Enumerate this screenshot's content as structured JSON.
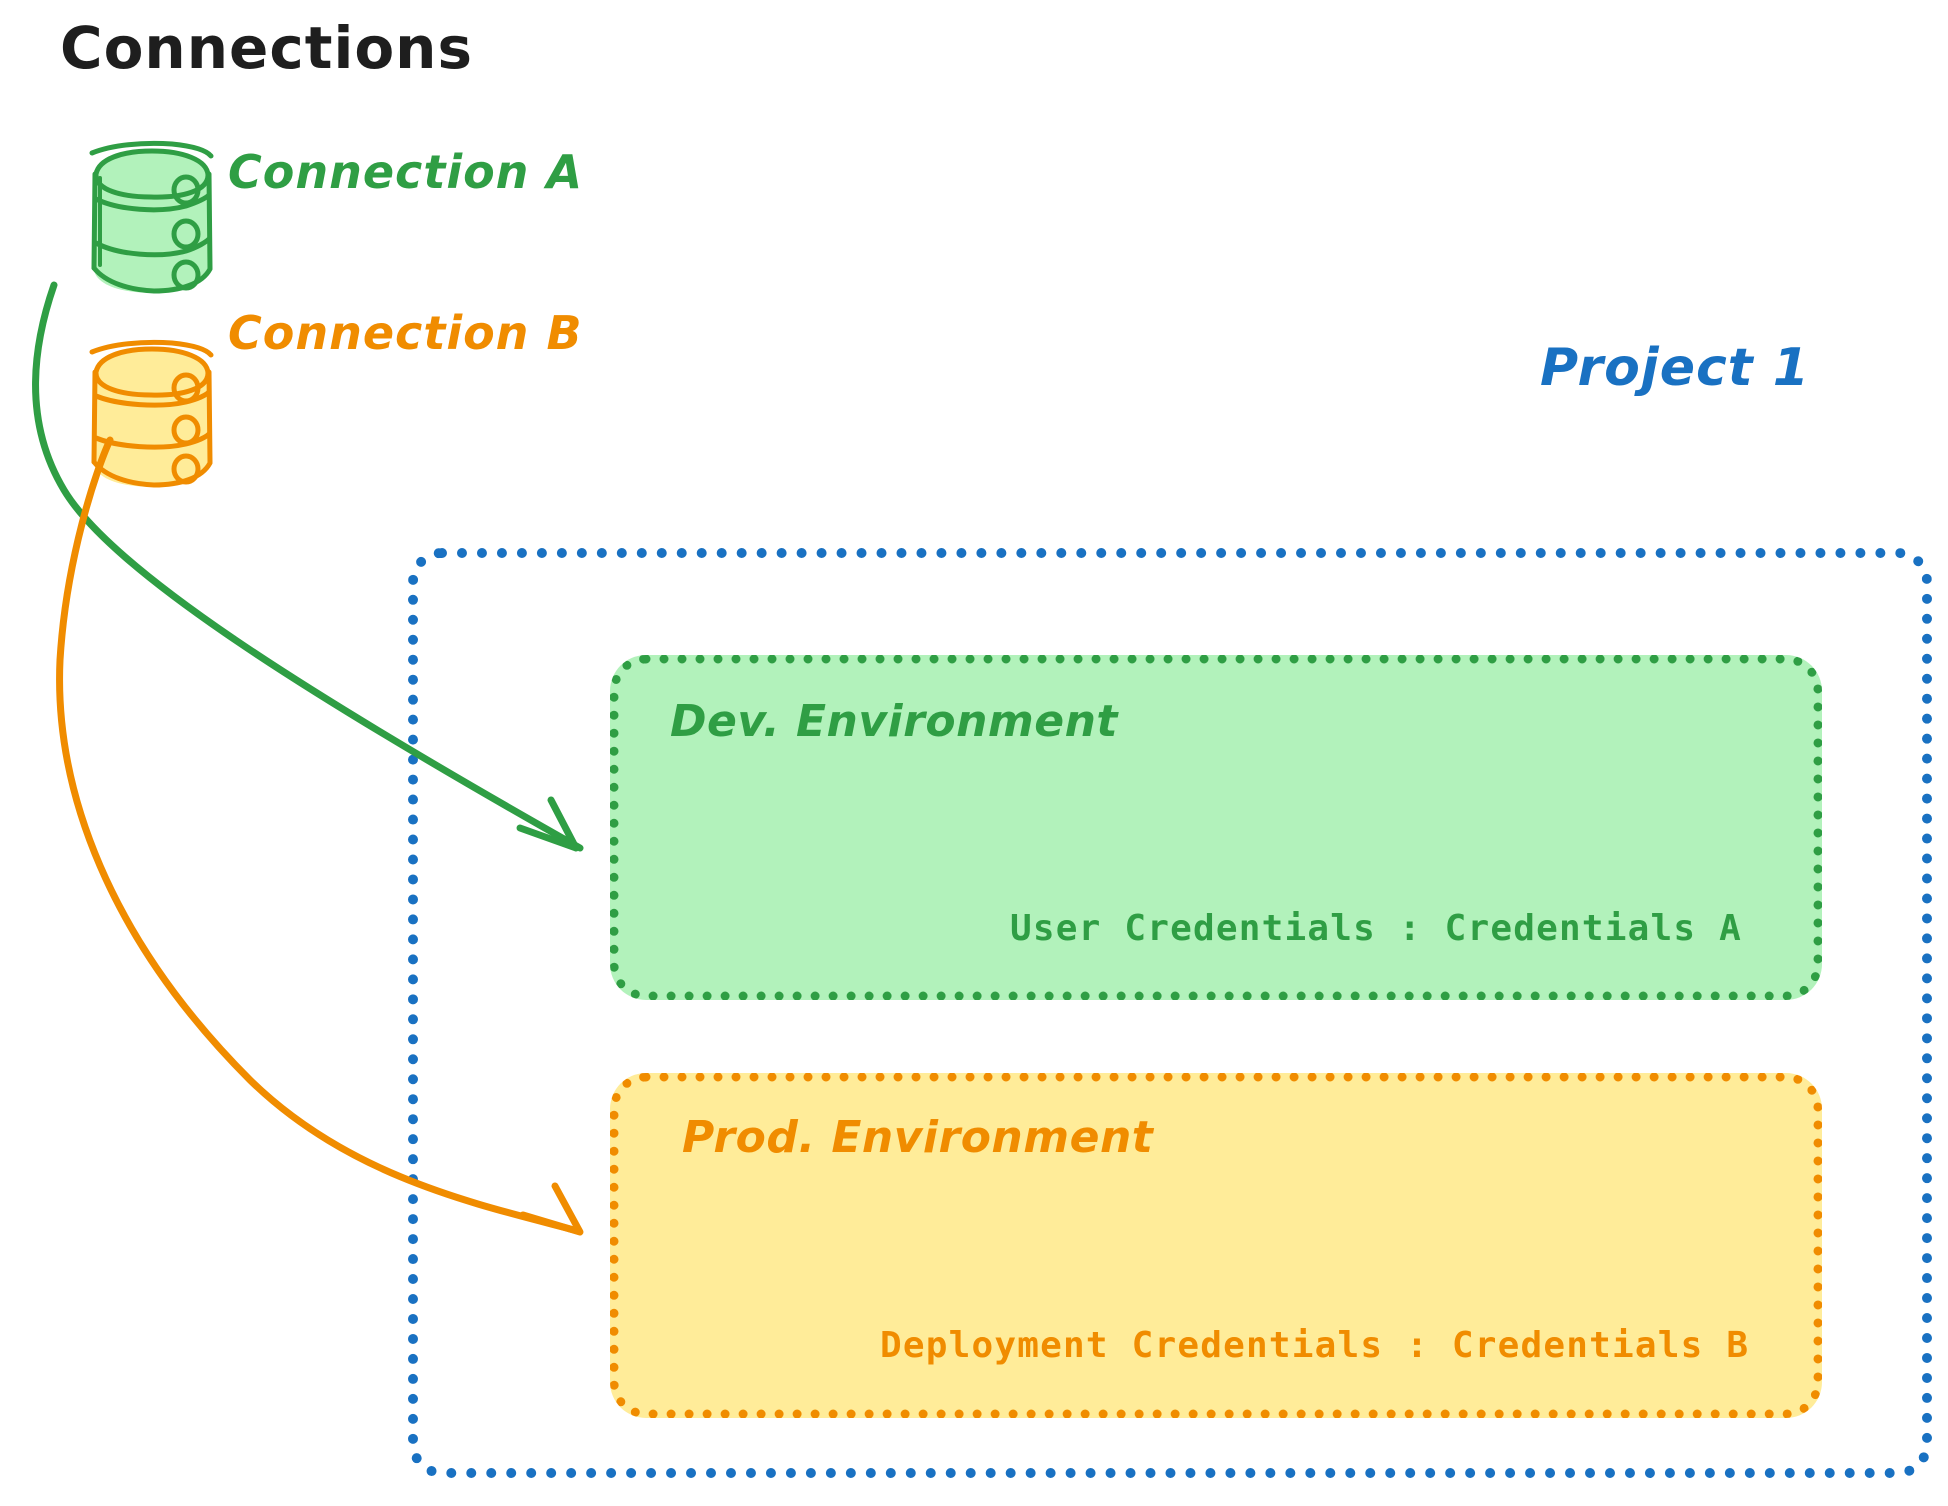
{
  "diagram": {
    "type": "architecture-diagram",
    "title": "Connections",
    "background": "#ffffff"
  },
  "connections_panel": {
    "heading": "Connections",
    "heading_color": "#1e1e1e",
    "items": [
      {
        "id": "connection-a",
        "label": "Connection A",
        "color": "#2f9e44",
        "fill": "#b2f2bb",
        "icon": "database-cylinder-icon"
      },
      {
        "id": "connection-b",
        "label": "Connection B",
        "color": "#f08c00",
        "fill": "#ffec99",
        "icon": "database-cylinder-icon"
      }
    ]
  },
  "project": {
    "label": "Project 1",
    "color": "#1971c2",
    "border_style": "dotted",
    "environments": [
      {
        "id": "dev-environment",
        "title": "Dev. Environment",
        "color": "#2f9e44",
        "fill": "#b2f2bb",
        "credentials_label": "User Credentials",
        "credentials_value": "Credentials A",
        "credentials_text": "User Credentials : Credentials A"
      },
      {
        "id": "prod-environment",
        "title": "Prod. Environment",
        "color": "#f08c00",
        "fill": "#ffec99",
        "credentials_label": "Deployment Credentials",
        "credentials_value": "Credentials B",
        "credentials_text": "Deployment Credentials : Credentials B"
      }
    ]
  },
  "arrows": [
    {
      "id": "arrow-connection-a-to-dev",
      "from": "connection-a",
      "to": "dev-environment",
      "color": "#2f9e44"
    },
    {
      "id": "arrow-connection-b-to-prod",
      "from": "connection-b",
      "to": "prod-environment",
      "color": "#f08c00"
    }
  ],
  "colors": {
    "green_stroke": "#2f9e44",
    "green_fill": "#b2f2bb",
    "orange_stroke": "#f08c00",
    "orange_fill": "#ffec99",
    "blue_stroke": "#1971c2",
    "text_dark": "#1e1e1e"
  }
}
